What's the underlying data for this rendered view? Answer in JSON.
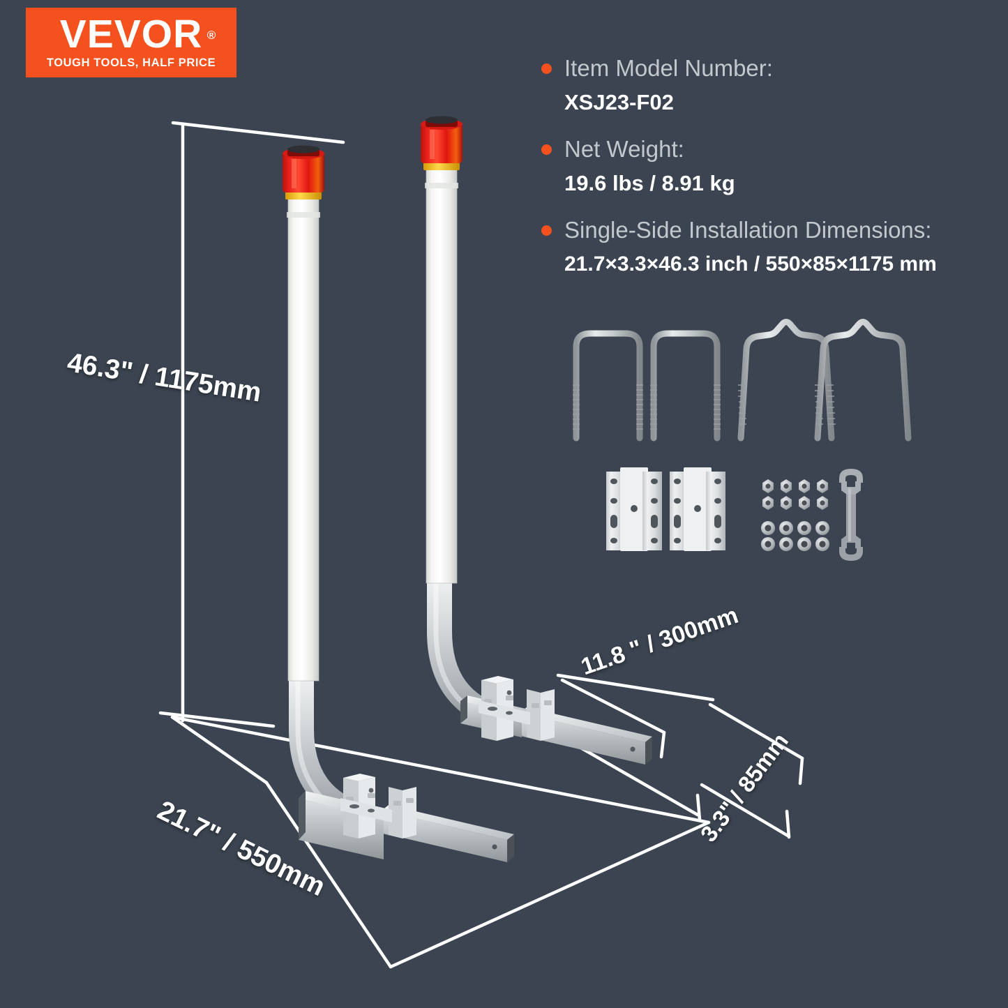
{
  "brand": {
    "name": "VEVOR",
    "registered": "®",
    "tagline": "TOUGH TOOLS, HALF PRICE",
    "bg_color": "#f4511e"
  },
  "background_color": "#3b4450",
  "specs": [
    {
      "label": "Item Model Number:",
      "value": "XSJ23-F02"
    },
    {
      "label": "Net Weight:",
      "value": "19.6 lbs / 8.91 kg"
    },
    {
      "label": "Single-Side Installation Dimensions:",
      "value": "21.7×3.3×46.3 inch / 550×85×1175 mm"
    }
  ],
  "dimensions": {
    "height": "46.3\" / 1175mm",
    "width": "21.7\" / 550mm",
    "depth": "11.8 \" / 300mm",
    "thickness": "3.3\" / 85mm"
  },
  "product": {
    "type": "trailer guide pole pair",
    "pole_color": "#f2f2f0",
    "light_color": "#e8201a",
    "band_color": "#f5c518",
    "metal_color": "#c9ccce"
  },
  "hardware": {
    "square_u_bolts": 2,
    "peaked_u_bolts": 2,
    "brackets": 2,
    "nuts": 8,
    "washers": 8,
    "wrench": 1
  }
}
